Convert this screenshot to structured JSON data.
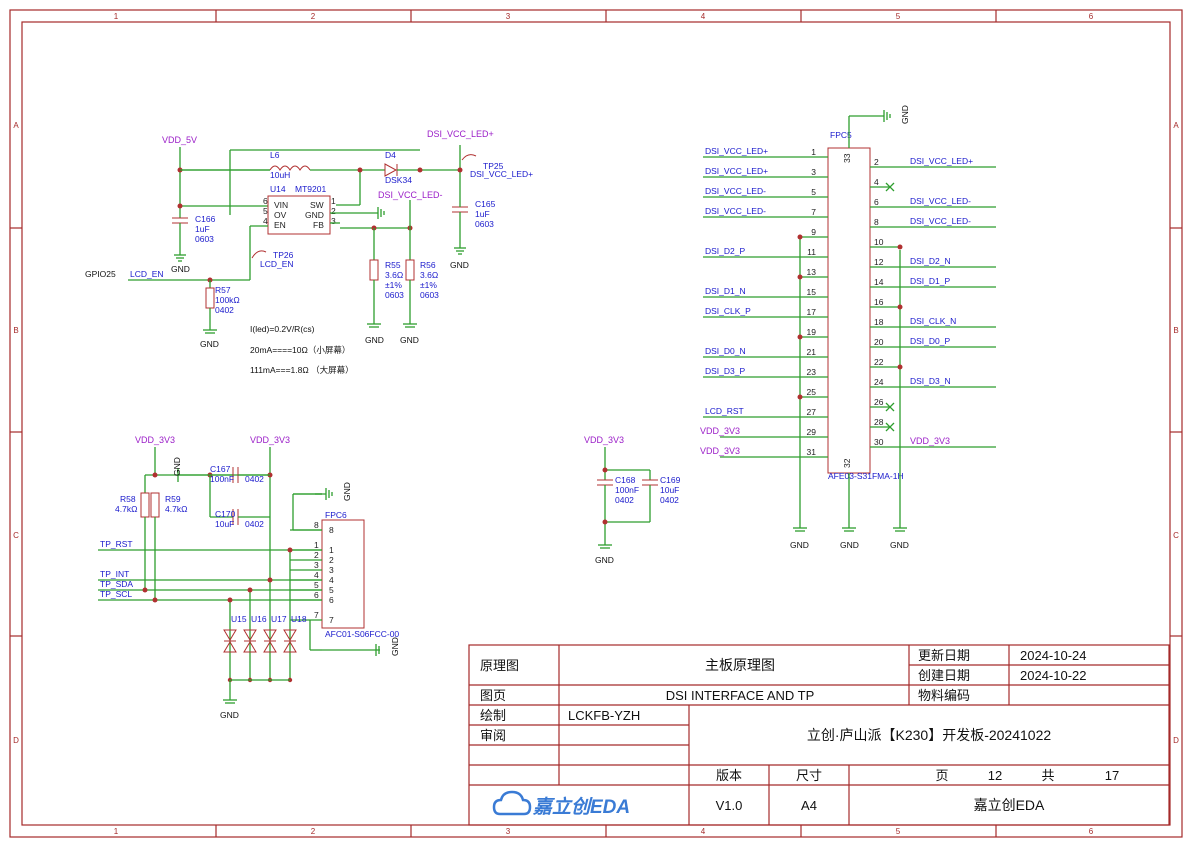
{
  "ruler": {
    "columns": [
      "1",
      "2",
      "3",
      "4",
      "5",
      "6"
    ],
    "rows": [
      "A",
      "B",
      "C",
      "D"
    ]
  },
  "power": {
    "vdd_5v": "VDD_5V",
    "vdd_3v3": "VDD_3V3",
    "gnd": "GND",
    "dsi_vcc_led_plus": "DSI_VCC_LED+",
    "dsi_vcc_led_minus": "DSI_VCC_LED-"
  },
  "backlight": {
    "l6_ref": "L6",
    "l6_val": "10uH",
    "d4_ref": "D4",
    "d4_val": "DSK34",
    "u14_ref": "U14",
    "u14_val": "MT9201",
    "u14_pins": [
      "VIN",
      "OV",
      "EN",
      "SW",
      "GND",
      "FB"
    ],
    "u14_pin_nums": [
      "6",
      "5",
      "4",
      "1",
      "2",
      "3"
    ],
    "c166": [
      "C166",
      "1uF",
      "0603"
    ],
    "c165": [
      "C165",
      "1uF",
      "0603"
    ],
    "r55": [
      "R55",
      "3.6Ω",
      "±1%",
      "0603"
    ],
    "r56": [
      "R56",
      "3.6Ω",
      "±1%",
      "0603"
    ],
    "r57": [
      "R57",
      "100kΩ",
      "0402"
    ],
    "tp25": "TP25",
    "tp26": "TP26",
    "gpio25": "GPIO25",
    "lcd_en": "LCD_EN",
    "note1": "I(led)=0.2V/R(cs)",
    "note2": "20mA====10Ω（小屏幕）",
    "note3": "111mA===1.8Ω （大屏幕）"
  },
  "fpc5": {
    "ref": "FPC5",
    "part": "AFE03-S31FMA-1H",
    "left_pins": [
      {
        "num": "1",
        "net": "DSI_VCC_LED+"
      },
      {
        "num": "3",
        "net": "DSI_VCC_LED+"
      },
      {
        "num": "5",
        "net": "DSI_VCC_LED-"
      },
      {
        "num": "7",
        "net": "DSI_VCC_LED-"
      },
      {
        "num": "9",
        "net": ""
      },
      {
        "num": "11",
        "net": "DSI_D2_P"
      },
      {
        "num": "13",
        "net": ""
      },
      {
        "num": "15",
        "net": "DSI_D1_N"
      },
      {
        "num": "17",
        "net": "DSI_CLK_P"
      },
      {
        "num": "19",
        "net": ""
      },
      {
        "num": "21",
        "net": "DSI_D0_N"
      },
      {
        "num": "23",
        "net": "DSI_D3_P"
      },
      {
        "num": "25",
        "net": ""
      },
      {
        "num": "27",
        "net": "LCD_RST"
      },
      {
        "num": "29",
        "net": "VDD_3V3"
      },
      {
        "num": "31",
        "net": "VDD_3V3"
      }
    ],
    "right_pins": [
      {
        "num": "2",
        "net": "DSI_VCC_LED+"
      },
      {
        "num": "4",
        "net": ""
      },
      {
        "num": "6",
        "net": "DSI_VCC_LED-"
      },
      {
        "num": "8",
        "net": "DSI_VCC_LED-"
      },
      {
        "num": "10",
        "net": ""
      },
      {
        "num": "12",
        "net": "DSI_D2_N"
      },
      {
        "num": "14",
        "net": "DSI_D1_P"
      },
      {
        "num": "16",
        "net": ""
      },
      {
        "num": "18",
        "net": "DSI_CLK_N"
      },
      {
        "num": "20",
        "net": "DSI_D0_P"
      },
      {
        "num": "22",
        "net": ""
      },
      {
        "num": "24",
        "net": "DSI_D3_N"
      },
      {
        "num": "26",
        "net": ""
      },
      {
        "num": "28",
        "net": ""
      },
      {
        "num": "30",
        "net": "VDD_3V3"
      }
    ],
    "top_pin": "33",
    "bottom_pin": "32"
  },
  "tp": {
    "fpc6_ref": "FPC6",
    "fpc6_part": "AFC01-S06FCC-00",
    "pins": [
      "8",
      "1",
      "2",
      "3",
      "4",
      "5",
      "6",
      "7"
    ],
    "nets": [
      "TP_RST",
      "TP_INT",
      "TP_SDA",
      "TP_SCL"
    ],
    "r58": [
      "R58",
      "4.7kΩ"
    ],
    "r59": [
      "R59",
      "4.7kΩ"
    ],
    "c167": [
      "C167",
      "100nF",
      "0402"
    ],
    "c170": [
      "C170",
      "10uF",
      "0402"
    ],
    "tvs": [
      "U15",
      "U16",
      "U17",
      "U18"
    ]
  },
  "decoupling": {
    "c168": [
      "C168",
      "100nF",
      "0402"
    ],
    "c169": [
      "C169",
      "10uF",
      "0402"
    ]
  },
  "title_block": {
    "label_schematic": "原理图",
    "schematic_name": "主板原理图",
    "label_updated": "更新日期",
    "updated": "2024-10-24",
    "label_created": "创建日期",
    "created": "2024-10-22",
    "label_page": "图页",
    "page_name": "DSI INTERFACE AND TP",
    "label_material": "物料编码",
    "label_drawn": "绘制",
    "drawn_by": "LCKFB-YZH",
    "label_review": "审阅",
    "project": "立创·庐山派【K230】开发板-20241022",
    "label_version": "版本",
    "label_size": "尺寸",
    "label_page_no": "页",
    "page_no": "12",
    "label_total": "共",
    "total": "17",
    "logo_text": "嘉立创EDA",
    "version": "V1.0",
    "size": "A4",
    "company": "嘉立创EDA"
  }
}
